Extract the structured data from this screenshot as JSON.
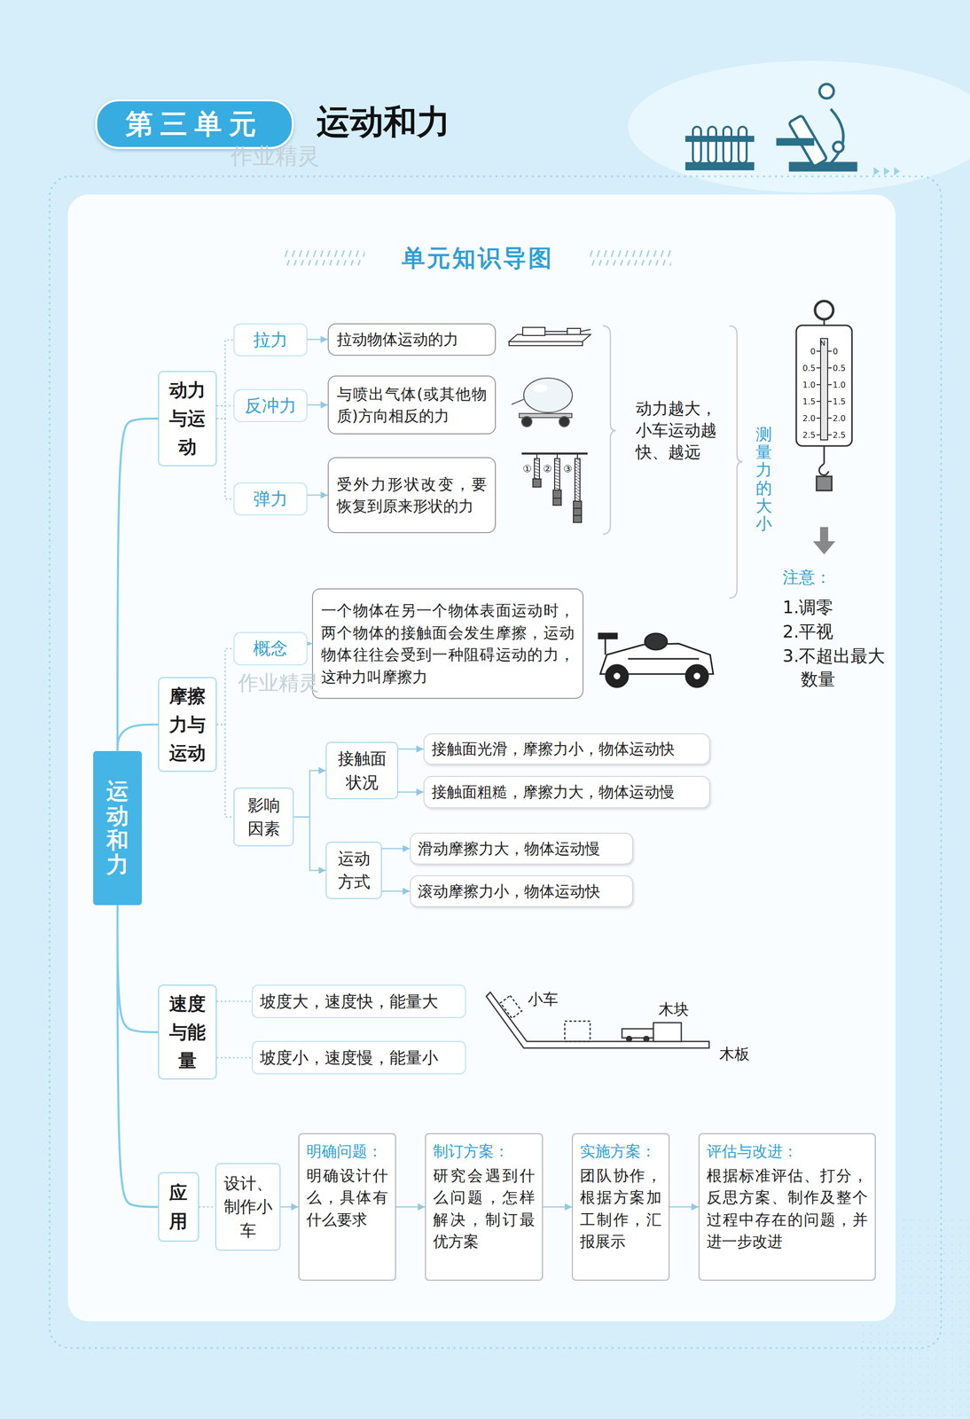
{
  "diagram": {
    "title": "运动和力",
    "nodes": [
      {
        "text": [
          "第三单元"
        ]
      },
      {
        "text": [
          "运动和力"
        ]
      },
      {
        "text": [
          "动力与运动"
        ]
      },
      {
        "text": [
          "拉力"
        ]
      },
      {
        "text": [
          "拉动物体运动的力"
        ]
      },
      {
        "text": [
          "反冲力"
        ]
      },
      {
        "text": [
          "与喷出气体(或其他物质)方向相反的力"
        ]
      },
      {
        "text": [
          "弹力"
        ]
      },
      {
        "text": [
          "受外力形状改变，要恢复到原来形状的力"
        ]
      },
      {
        "text": [
          "摩擦力与运动"
        ]
      },
      {
        "text": [
          "概念"
        ]
      },
      {
        "text": [
          "一个物体在另一个物体表面运动时，两个物体的接触面会发生摩擦，运动物体往往会受到一种阻碍运动的力，这种力叫摩擦力"
        ]
      },
      {
        "text": [
          "影响因素"
        ]
      },
      {
        "text": [
          "接触面状况"
        ]
      },
      {
        "text": [
          "接触面光滑，摩擦力小，物体运动快"
        ]
      },
      {
        "text": [
          "接触面粗糙，摩擦力大，物体运动慢"
        ]
      },
      {
        "text": [
          "运动方式"
        ]
      },
      {
        "text": [
          "滑动摩擦力大，物体运动慢"
        ]
      },
      {
        "text": [
          "滚动摩擦力小，物体运动快"
        ]
      },
      {
        "text": [
          "速度与能量"
        ]
      },
      {
        "text": [
          "坡度大，速度快，能量大"
        ]
      },
      {
        "text": [
          "坡度小，速度慢，能量小"
        ]
      },
      {
        "text": [
          "应用"
        ]
      },
      {
        "text": [
          "设计、制作小车"
        ]
      },
      {
        "text": [
          "明确问题：",
          "明确设计什么，具体有什么要求"
        ]
      },
      {
        "text": [
          "制订方案：",
          "研究会遇到什么问题，怎样解决，制订最优方案"
        ]
      },
      {
        "text": [
          "实施方案：",
          "团队协作，根据方案加工制作，汇报展示"
        ]
      },
      {
        "text": [
          "评估与改进：",
          "根据标准评估、打分，反思方案、制作及整个过程中存在的问题，并进一步改进"
        ]
      }
    ],
    "edges": [
      {
        "from": 1,
        "to": 2,
        "arrow": "none"
      },
      {
        "from": 1,
        "to": 9,
        "arrow": "none"
      },
      {
        "from": 1,
        "to": 19,
        "arrow": "none"
      },
      {
        "from": 1,
        "to": 22,
        "arrow": "none"
      },
      {
        "from": 2,
        "to": 3,
        "arrow": "none"
      },
      {
        "from": 2,
        "to": 5,
        "arrow": "none"
      },
      {
        "from": 2,
        "to": 7,
        "arrow": "none"
      },
      {
        "from": 3,
        "to": 4,
        "arrow": "to"
      },
      {
        "from": 5,
        "to": 6,
        "arrow": "to"
      },
      {
        "from": 7,
        "to": 8,
        "arrow": "to"
      },
      {
        "from": 9,
        "to": 10,
        "arrow": "none"
      },
      {
        "from": 9,
        "to": 12,
        "arrow": "none"
      },
      {
        "from": 10,
        "to": 11,
        "arrow": "to"
      },
      {
        "from": 12,
        "to": 13,
        "arrow": "to"
      },
      {
        "from": 12,
        "to": 16,
        "arrow": "to"
      },
      {
        "from": 13,
        "to": 14,
        "arrow": "to"
      },
      {
        "from": 13,
        "to": 15,
        "arrow": "to"
      },
      {
        "from": 16,
        "to": 17,
        "arrow": "to"
      },
      {
        "from": 16,
        "to": 18,
        "arrow": "to"
      },
      {
        "from": 19,
        "to": 20,
        "arrow": "none"
      },
      {
        "from": 19,
        "to": 21,
        "arrow": "none"
      },
      {
        "from": 22,
        "to": 23,
        "arrow": "none"
      },
      {
        "from": 23,
        "to": 24,
        "arrow": "to"
      },
      {
        "from": 24,
        "to": 25,
        "arrow": "to"
      },
      {
        "from": 25,
        "to": 26,
        "arrow": "to"
      },
      {
        "from": 26,
        "to": 27,
        "arrow": "to"
      }
    ],
    "labels": [
      "作业精灵",
      "单元知识导图",
      "动力越大，小车运动越快、越远",
      "测量力的大小",
      "N",
      "0",
      "0.5",
      "1.0",
      "1.5",
      "2.0",
      "2.5",
      "0",
      "0.5",
      "1.0",
      "1.5",
      "2.0",
      "2.5",
      "注意：",
      "1.调零",
      "2.平视",
      "3.不超出最大数量",
      "①",
      "②",
      "③",
      "作业精灵",
      "小车",
      "木块",
      "木板"
    ]
  }
}
